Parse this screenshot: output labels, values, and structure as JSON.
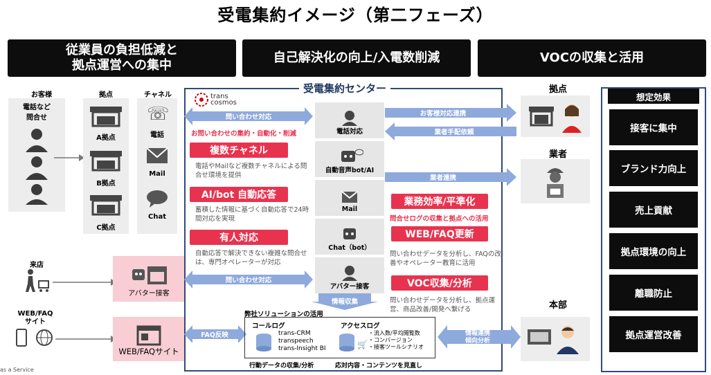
{
  "title": "受電集約イメージ（第二フェーズ）",
  "banners": [
    "従業員の負担低減と\n拠点運営への集中",
    "自己解決化の向上/入電数削減",
    "VOCの収集と活用"
  ],
  "left": {
    "customer_header": "お客様",
    "site_header": "拠点",
    "channel_header": "チャネル",
    "phone_inquiry": "電話など\n問合せ",
    "sites": [
      "A拠点",
      "B拠点",
      "C拠点"
    ],
    "channels": [
      "電話",
      "Mail",
      "Chat"
    ],
    "visit": "来店",
    "web": "WEB/FAQ\nサイト",
    "avatar_box": "アバター接客",
    "web_box": "WEB/FAQサイト",
    "footnote": "as a Service"
  },
  "center": {
    "title": "受電集約センター",
    "logo": "trans\ncosmos",
    "arrow_inquiry_top": "問い合わせ対応",
    "red_note": "お問い合わせの集約・自動化・削減",
    "tags": [
      "複数チャネル",
      "AI/bot 自動応答",
      "有人対応"
    ],
    "descs": [
      "電話やMailなど複数チャネルによる問合せ環境を提供",
      "蓄積した情報に基づく自動応答で24時間対応を実現",
      "自動応答で解決できない複雑な問合せは、専門オペレーターが対応"
    ],
    "arrow_inquiry_bottom": "問い合わせ対応",
    "faq_arrow": "FAQ反映",
    "ops": [
      "電話対応",
      "自動音声bot/AI",
      "Mail",
      "Chat（bot）",
      "アバター接客"
    ],
    "right_arrows": [
      "お客様対応連携",
      "業者手配依頼",
      "業者連携"
    ],
    "right_tags": [
      "業務効率/平準化",
      "WEB/FAQ更新",
      "VOC収集/分析"
    ],
    "right_red_note": "問合せログの収集と拠点への活用",
    "right_descs": [
      "問い合わせデータを分析し、FAQの改善やオペレーター教育に活用",
      "問い合わせデータを分析し、拠点運営、商品改善/開発へ繋げる"
    ],
    "info_collect": "情報収集",
    "solution_title": "弊社ソリューションの活用",
    "call_log": "コールログ",
    "call_tools": "trans-CRM\ntranspeech\ntrans-Insight BI",
    "access_log": "アクセスログ",
    "access_items": "・流入数/平均閲覧数\n・コンバージョン\n・接客ツールシナリオ",
    "bottom_left": "行動データの収集/分析",
    "bottom_right": "応対内容・コンテンツを見直し",
    "info_link": "情報連携\n傾向分析"
  },
  "right": {
    "site": "拠点",
    "vendor": "業者",
    "hq": "本部"
  },
  "effects": {
    "title": "想定効果",
    "items": [
      "接客に集中",
      "ブランド力向上",
      "売上貢献",
      "拠点環境の向上",
      "離職防止",
      "拠点運営改善"
    ]
  },
  "colors": {
    "accent": "#e8334f",
    "arrow": "#8ea9db",
    "frame": "#2f4a7c",
    "pink": "#f8cdd3"
  }
}
